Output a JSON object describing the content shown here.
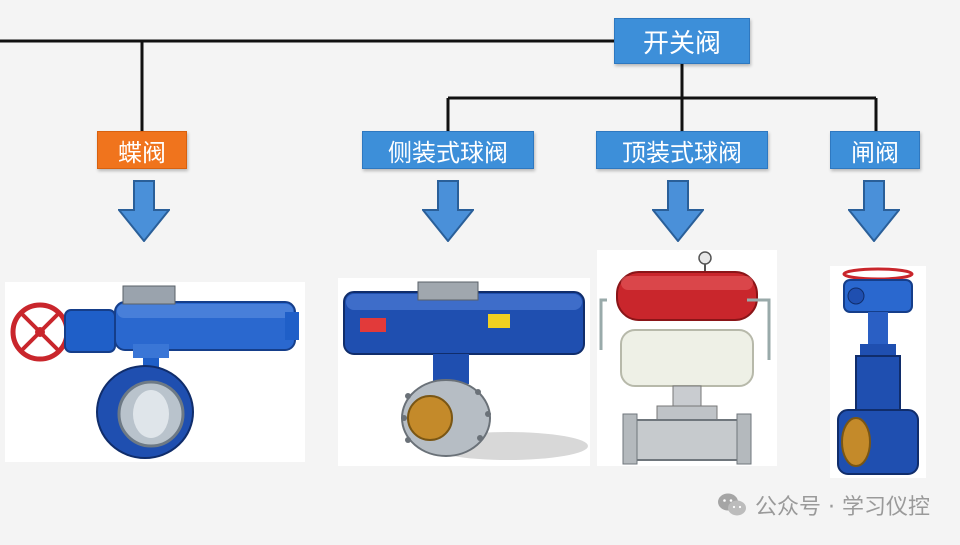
{
  "root": {
    "label": "开关阀"
  },
  "nodes": [
    {
      "label": "蝶阀",
      "color": "#f0741d"
    },
    {
      "label": "侧装式球阀",
      "color": "#3d8fd9"
    },
    {
      "label": "顶装式球阀",
      "color": "#3d8fd9"
    },
    {
      "label": "闸阀",
      "color": "#3d8fd9"
    }
  ],
  "colors": {
    "connector": "#111111",
    "arrow_fill": "#4a90d9",
    "arrow_stroke": "#2a5f99",
    "valve_blue": "#1f4fb0",
    "actuator_red": "#c9262c"
  },
  "watermark": {
    "text": "公众号 · 学习仪控",
    "icon": "wechat-icon"
  }
}
